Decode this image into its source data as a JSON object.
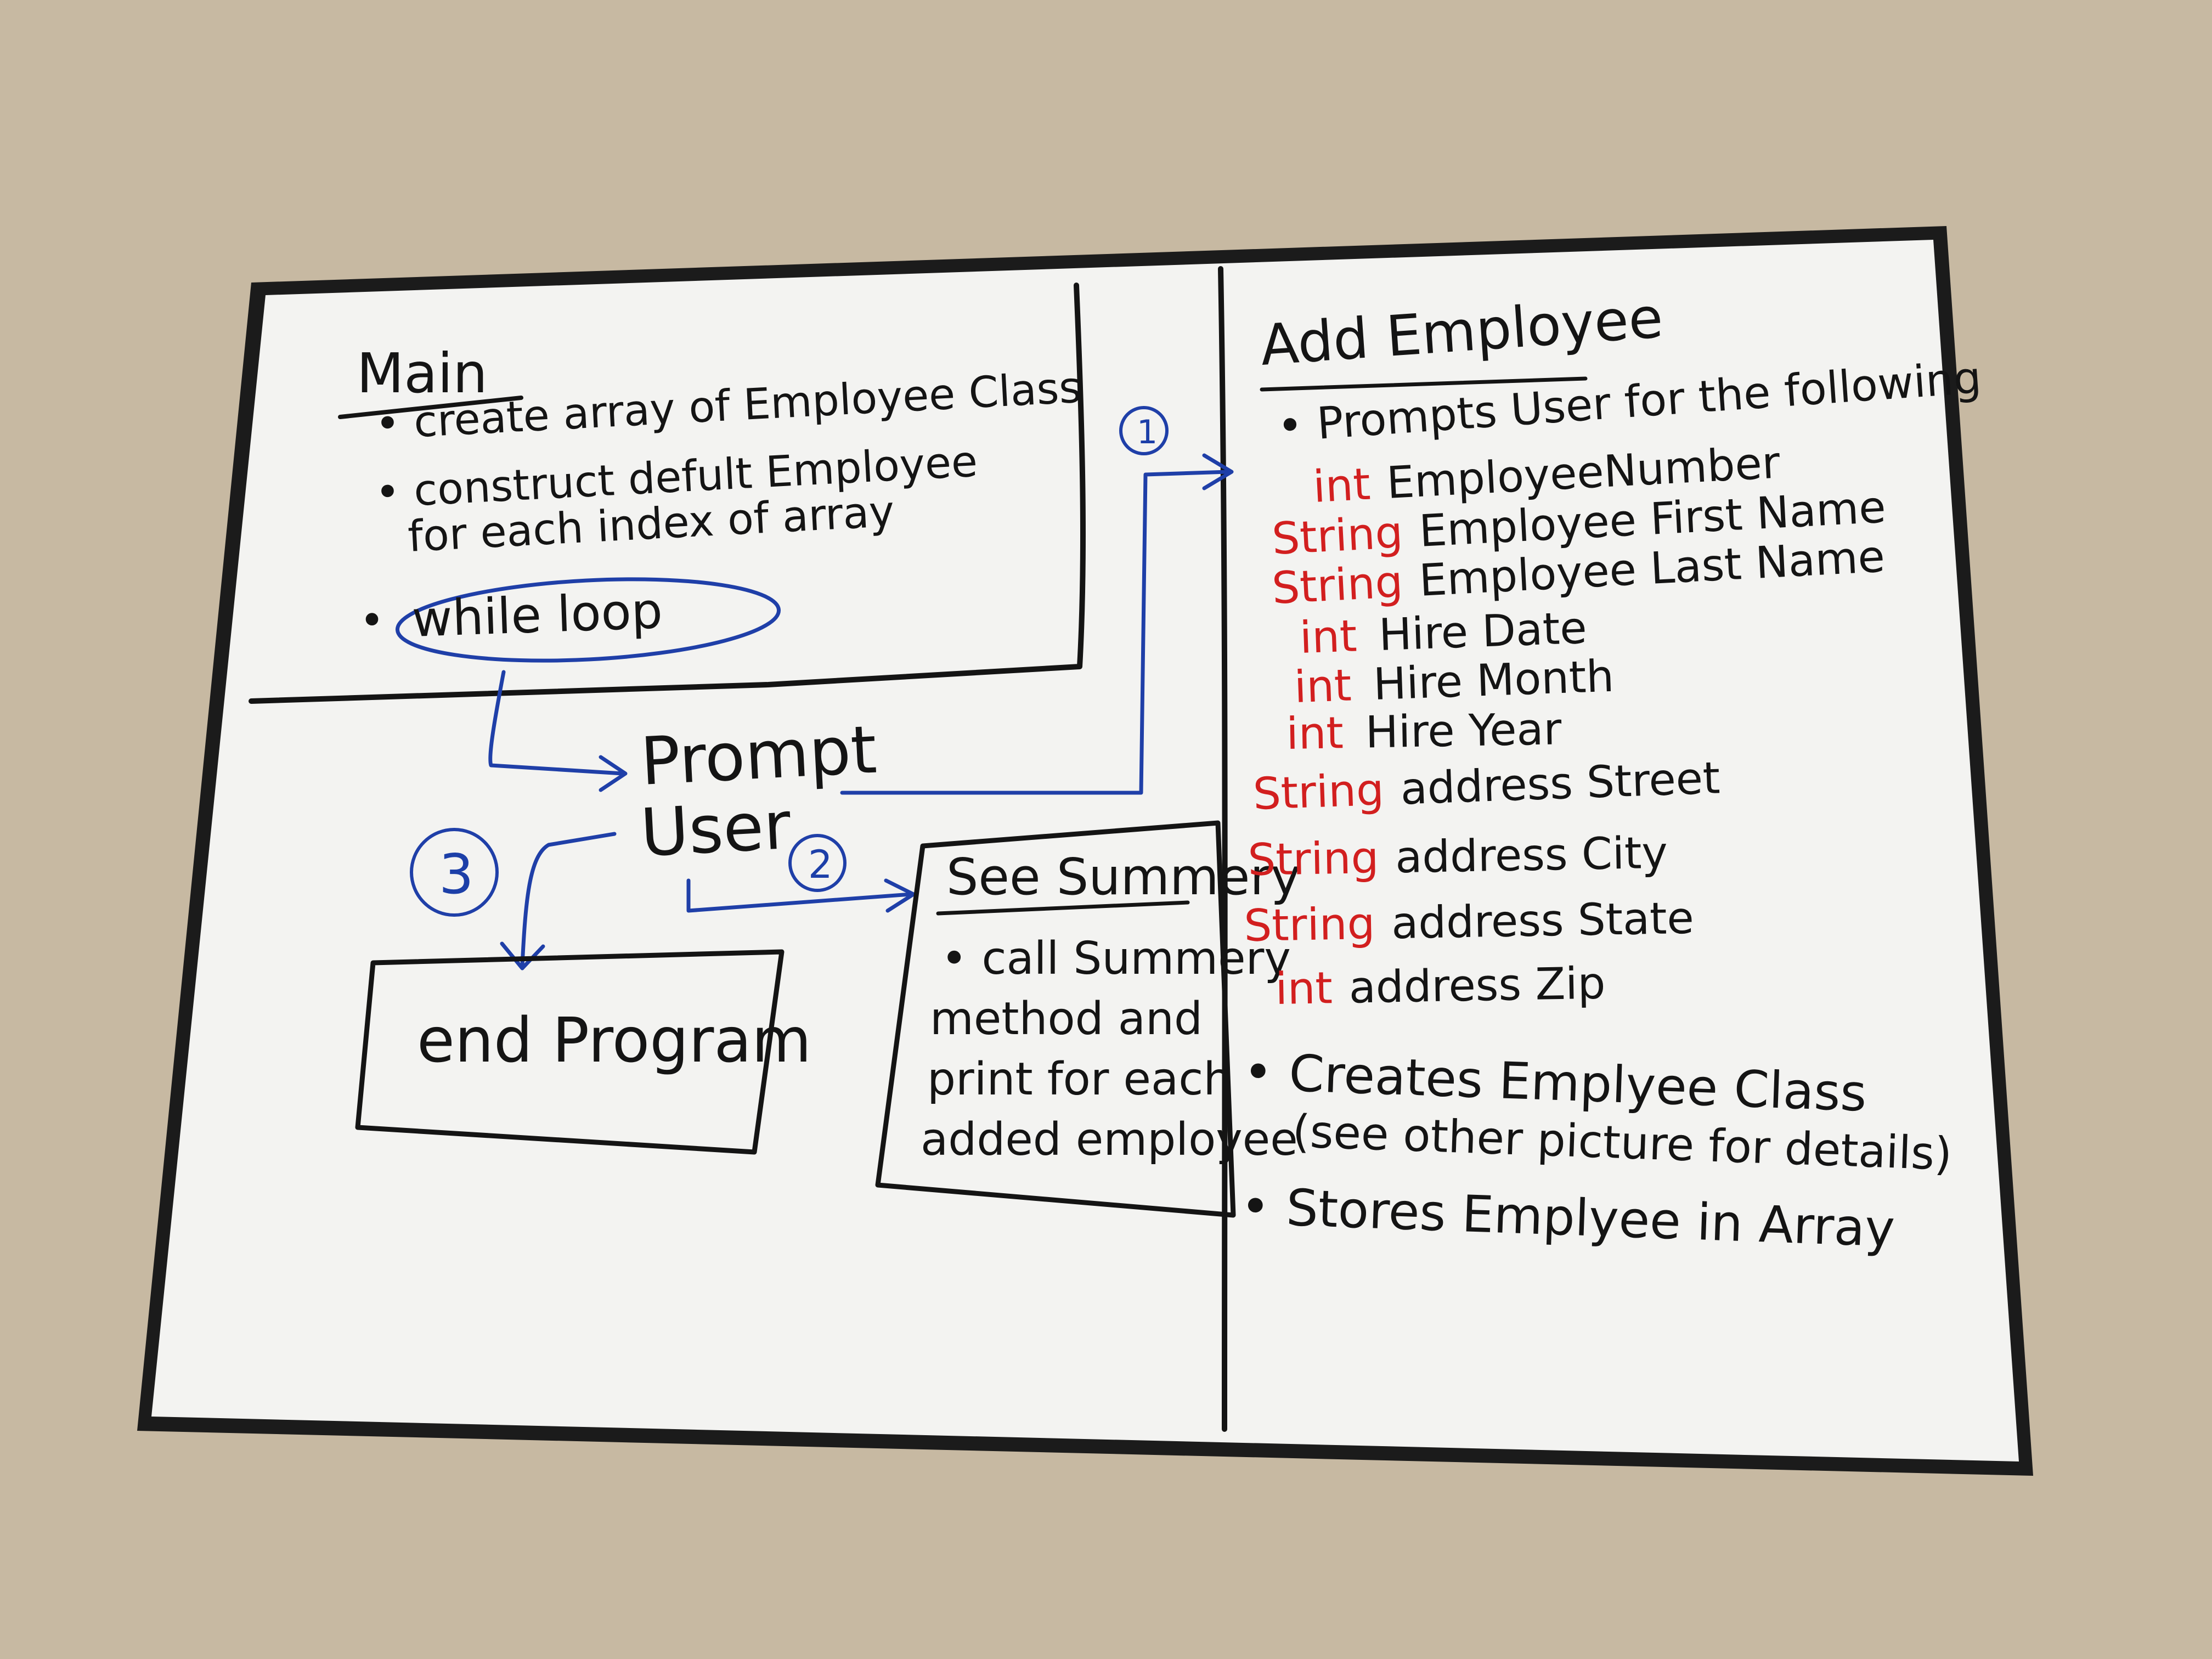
{
  "main": {
    "title": "Main",
    "bullets": [
      "create array of Employee Class",
      "construct defult Employee",
      "for each index of array"
    ],
    "loop_label": "while loop"
  },
  "prompt": {
    "line1": "Prompt",
    "line2": "User"
  },
  "numbers": {
    "one": "1",
    "two": "2",
    "three": "3"
  },
  "end_program": {
    "label": "end Program"
  },
  "summary": {
    "title": "See Summery",
    "lines": [
      "call Summery",
      "method and",
      "print for each",
      "added employee"
    ]
  },
  "add_employee": {
    "title": "Add Employee",
    "intro": "Prompts User for the following",
    "fields": [
      {
        "type": "int",
        "name": "EmployeeNumber"
      },
      {
        "type": "String",
        "name": "Employee First Name"
      },
      {
        "type": "String",
        "name": "Employee Last Name"
      },
      {
        "type": "int",
        "name": "Hire Date"
      },
      {
        "type": "int",
        "name": "Hire Month"
      },
      {
        "type": "int",
        "name": "Hire Year"
      },
      {
        "type": "String",
        "name": "address Street"
      },
      {
        "type": "String",
        "name": "address City"
      },
      {
        "type": "String",
        "name": "address State"
      },
      {
        "type": "int",
        "name": "address Zip"
      }
    ],
    "creates_line1": "Creates Emplyee Class",
    "creates_line2": "(see other picture for details)",
    "stores": "Stores Emplyee in Array"
  },
  "colors": {
    "black_ink": "#141414",
    "red_ink": "#d21f1f",
    "blue_ink": "#1c3fa8",
    "board": "#f3f3f1",
    "frame": "#1b1b1b",
    "wall": "#c9bca6"
  }
}
